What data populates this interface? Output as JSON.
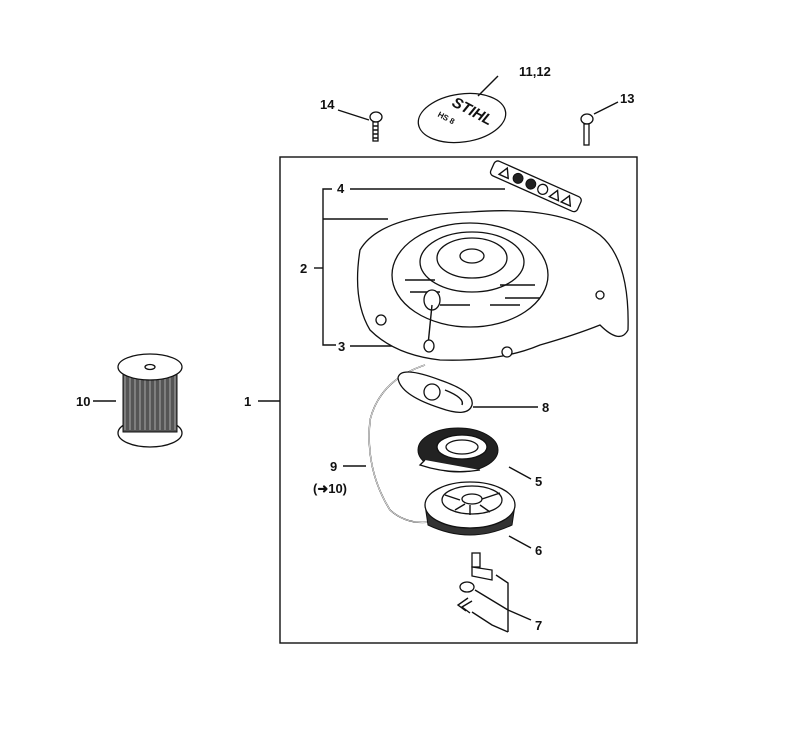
{
  "diagram": {
    "callouts": {
      "c1": "1",
      "c2": "2",
      "c3": "3",
      "c4": "4",
      "c5": "5",
      "c6": "6",
      "c7": "7",
      "c8": "8",
      "c9": "9",
      "c9_ref": "(➜10)",
      "c10": "10",
      "c11_12": "11,12",
      "c13": "13",
      "c14": "14"
    },
    "badge_text": {
      "brand": "STIHL",
      "model": "HS 8"
    },
    "colors": {
      "line": "#111111",
      "background": "#ffffff"
    }
  }
}
